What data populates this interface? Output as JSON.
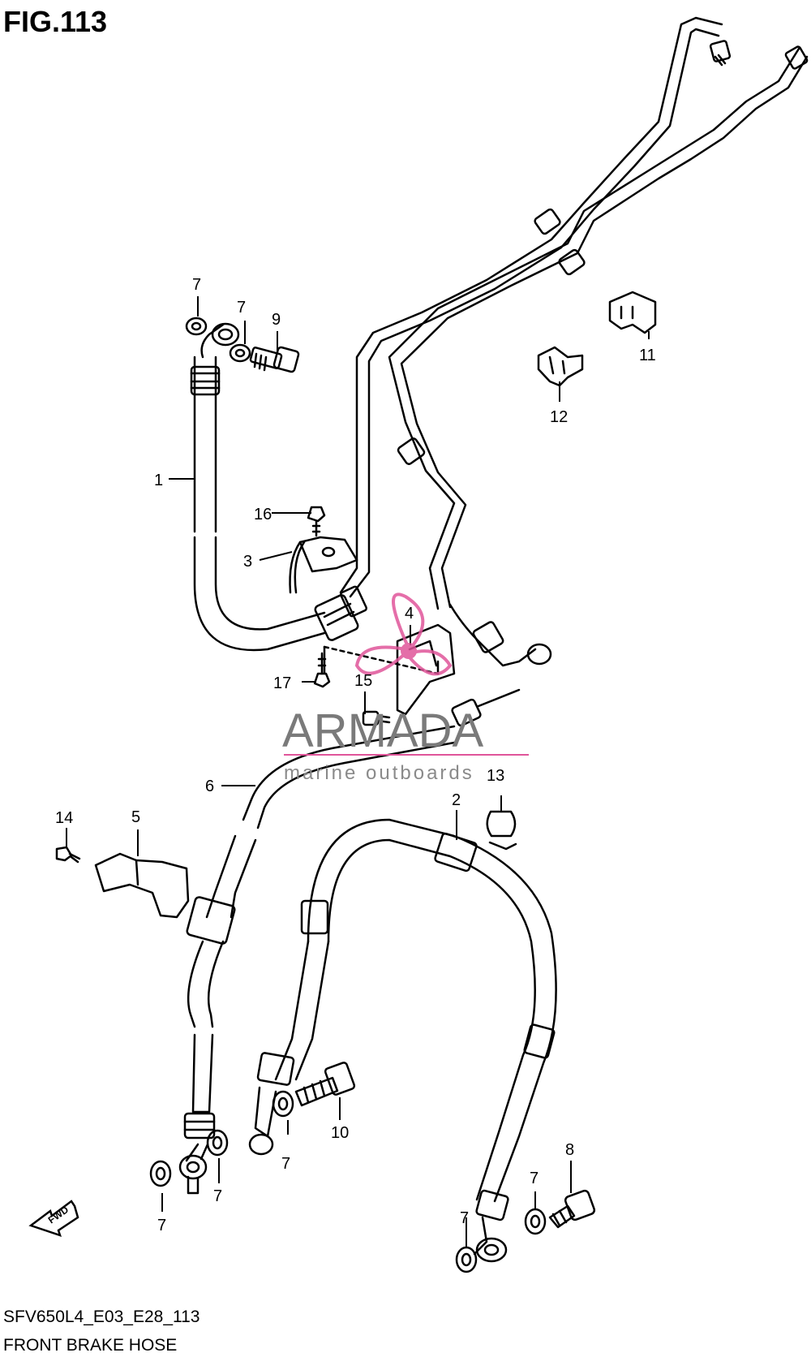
{
  "figure": {
    "title": "FIG.113",
    "model_code": "SFV650L4_E03_E28_113",
    "name": "FRONT BRAKE HOSE"
  },
  "watermark": {
    "brand": "ARMADA",
    "tagline": "marine outboards",
    "accent_color": "#e0559a",
    "text_color": "#7a7a7a"
  },
  "direction_marker": {
    "label": "FWD"
  },
  "callouts": {
    "c1": "1",
    "c2": "2",
    "c3": "3",
    "c4": "4",
    "c5": "5",
    "c6": "6",
    "c7a": "7",
    "c7b": "7",
    "c7c": "7",
    "c7d": "7",
    "c7e": "7",
    "c7f": "7",
    "c7g": "7",
    "c8": "8",
    "c9": "9",
    "c10": "10",
    "c11": "11",
    "c12": "12",
    "c13": "13",
    "c14": "14",
    "c15": "15",
    "c16": "16",
    "c17": "17"
  }
}
